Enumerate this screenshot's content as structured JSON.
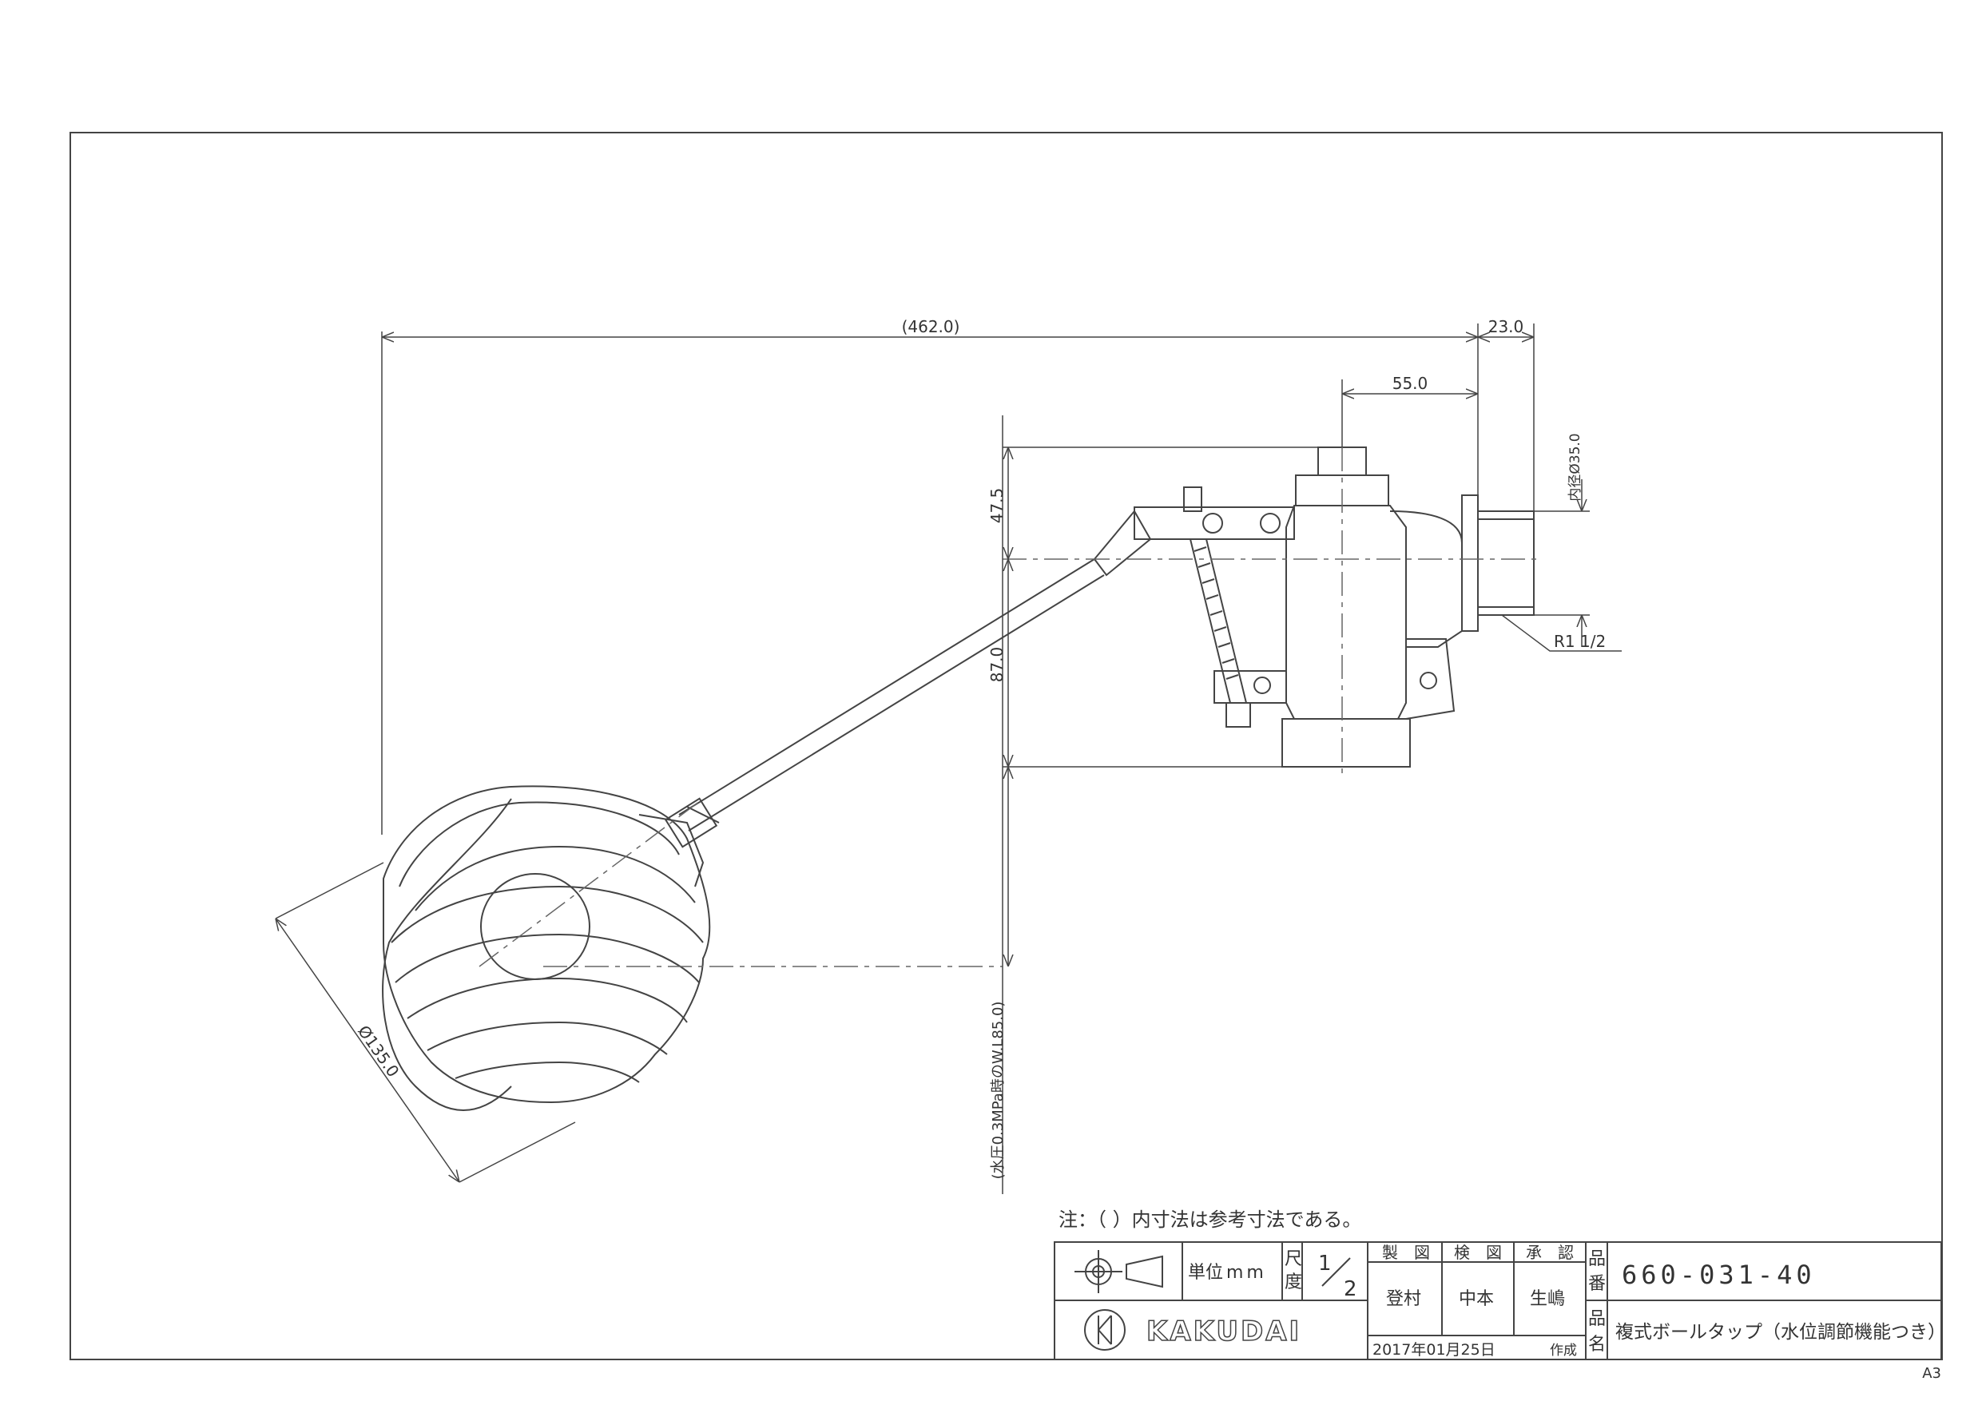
{
  "dimensions": {
    "overall_length": "(462.0)",
    "connector_length": "23.0",
    "body_offset": "55.0",
    "top_height": "47.5",
    "bottom_height": "87.0",
    "inner_diameter": "内径Ø35.0",
    "thread": "R1 1/2",
    "ball_diameter": "Ø135.0",
    "water_level": "(水圧0.3MPa時のW.L85.0)"
  },
  "note": "注：（ ）内寸法は参考寸法である。",
  "title_block": {
    "unit_label": "単位",
    "unit_value": "mm",
    "scale_label_1": "尺",
    "scale_label_2": "度",
    "scale_num": "1",
    "scale_den": "2",
    "drawn_label": "製　図",
    "checked_label": "検　図",
    "approved_label": "承　認",
    "drawn_by": "登村",
    "checked_by": "中本",
    "approved_by": "生嶋",
    "part_no_label_1": "品",
    "part_no_label_2": "番",
    "part_no": "660-031-40",
    "name_label_1": "品",
    "name_label_2": "名",
    "part_name": "複式ボールタップ（水位調節機能つき）",
    "brand": "KAKUDAI",
    "date": "2017年01月25日",
    "created_label": "作成"
  },
  "sheet_size": "A3"
}
